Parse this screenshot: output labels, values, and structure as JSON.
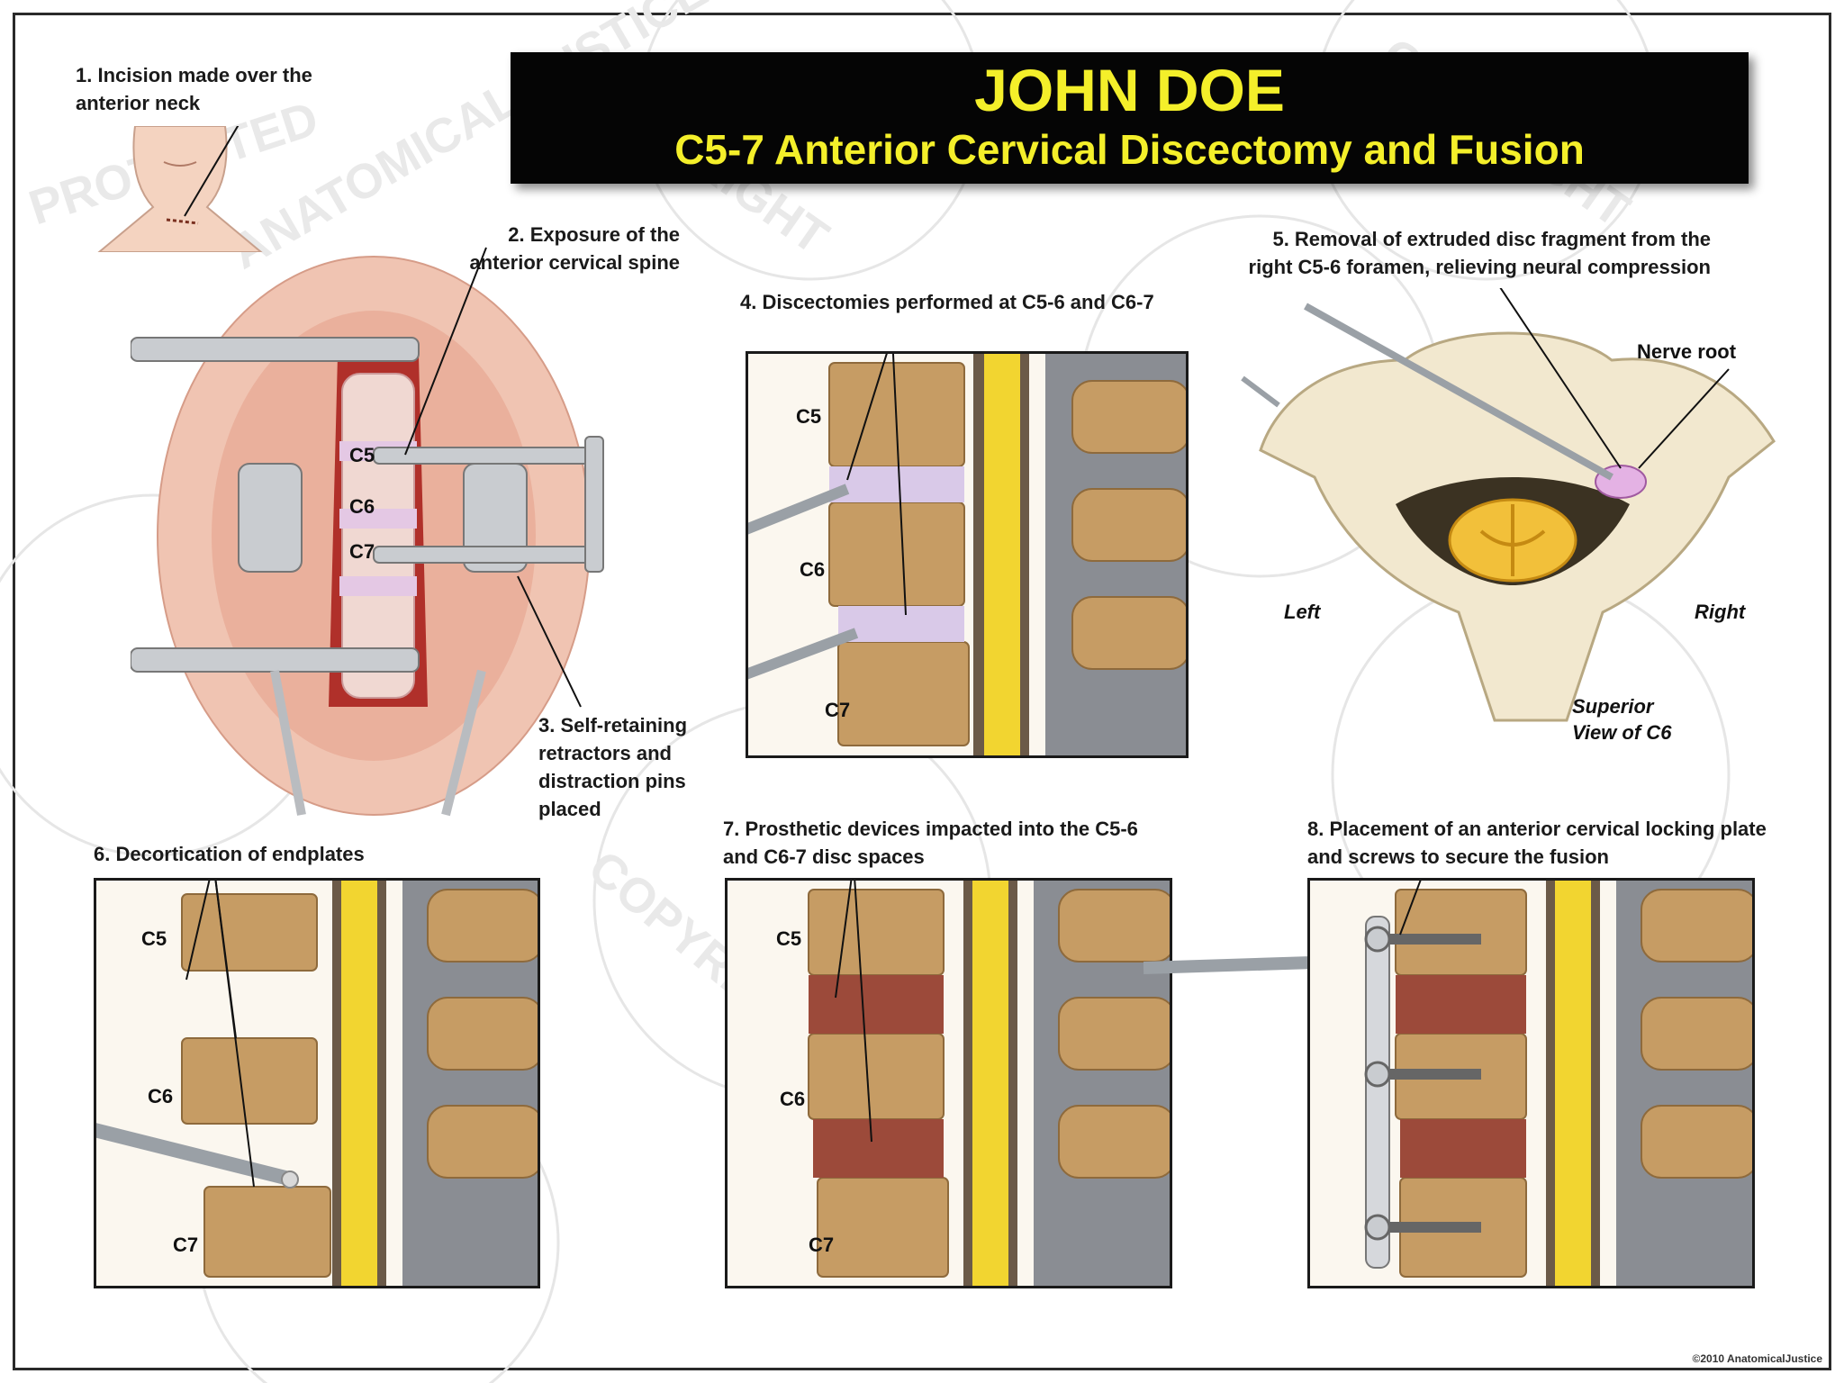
{
  "title": {
    "name": "JOHN DOE",
    "procedure": "C5-7 Anterior Cervical Discectomy and Fusion"
  },
  "steps": {
    "s1": "1. Incision made over the anterior neck",
    "s2": "2. Exposure of the anterior cervical spine",
    "s3": "3. Self-retaining retractors and distraction pins placed",
    "s4": "4. Discectomies performed at C5-6 and C6-7",
    "s5": "5. Removal of extruded disc fragment from the right C5-6 foramen, relieving neural compression",
    "s6": "6. Decortication of endplates",
    "s7": "7. Prosthetic devices impacted into the C5-6 and C6-7 disc spaces",
    "s8": "8. Placement of an anterior cervical locking plate and screws to secure the fusion"
  },
  "vertebrae": {
    "c5": "C5",
    "c6": "C6",
    "c7": "C7"
  },
  "superior_view": {
    "nerve_root": "Nerve root",
    "left": "Left",
    "right": "Right",
    "view": "Superior View of C6"
  },
  "watermark": {
    "copyright": "COPYRIGHT",
    "protected": "PROTECTED",
    "company": "ANATOMICAL JUSTICE LLC"
  },
  "footer": {
    "copyright": "©2010 AnatomicalJustice"
  },
  "colors": {
    "title_bg": "#050505",
    "title_text": "#f4ef2a",
    "bone": "#d9b98a",
    "spinal_cord": "#f2d530",
    "disc": "#d9c9e8",
    "tissue": "#e8b9a6"
  }
}
